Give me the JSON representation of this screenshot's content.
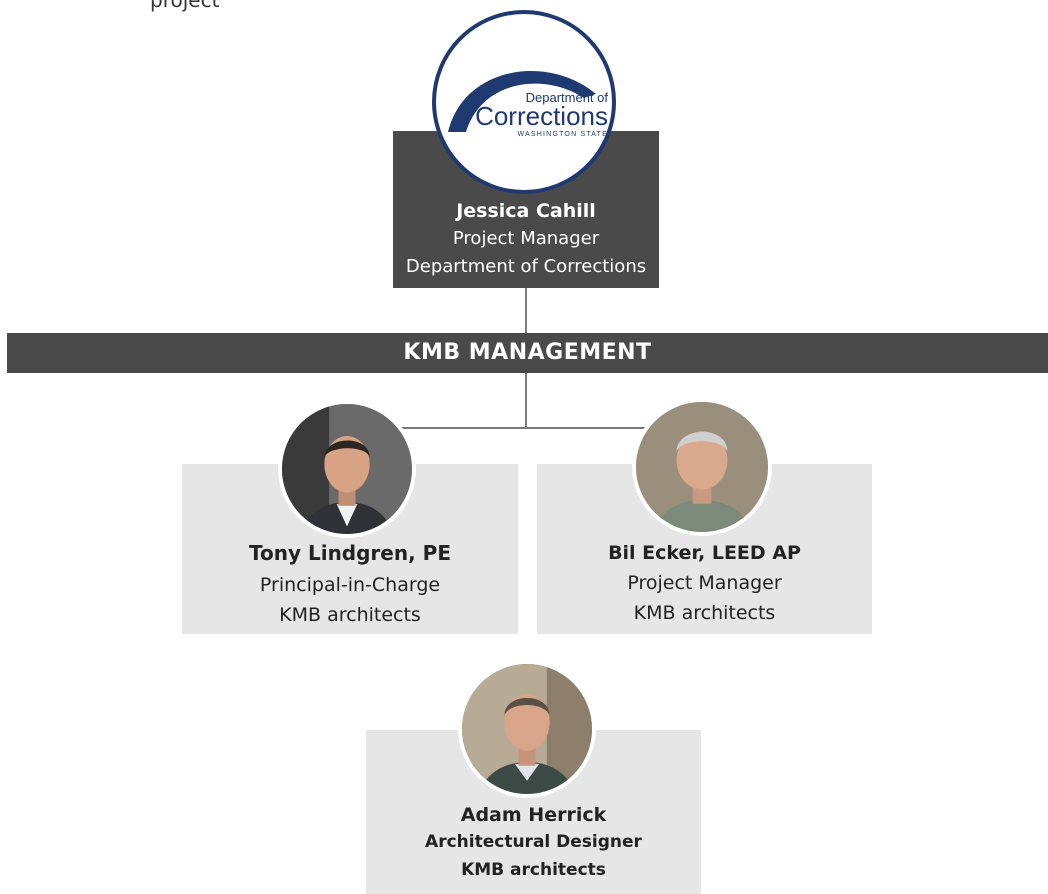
{
  "top_fragment": "project",
  "client": {
    "logo_line1": "Department of",
    "logo_line2": "Corrections",
    "logo_line3": "WASHINGTON STATE",
    "name": "Jessica Cahill",
    "title": "Project Manager",
    "org": "Department of Corrections"
  },
  "banner": "KMB MANAGEMENT",
  "team": [
    {
      "name": "Tony Lindgren, PE",
      "title": "Principal-in-Charge",
      "org": "KMB architects"
    },
    {
      "name": "Bil Ecker, LEED AP",
      "title": "Project Manager",
      "org": "KMB architects"
    },
    {
      "name": "Adam Herrick",
      "title": "Architectural Designer",
      "org": "KMB architects"
    }
  ],
  "colors": {
    "dark_box": "#4a4a4a",
    "light_box": "#e6e6e6",
    "logo_navy": "#1f3a70"
  }
}
